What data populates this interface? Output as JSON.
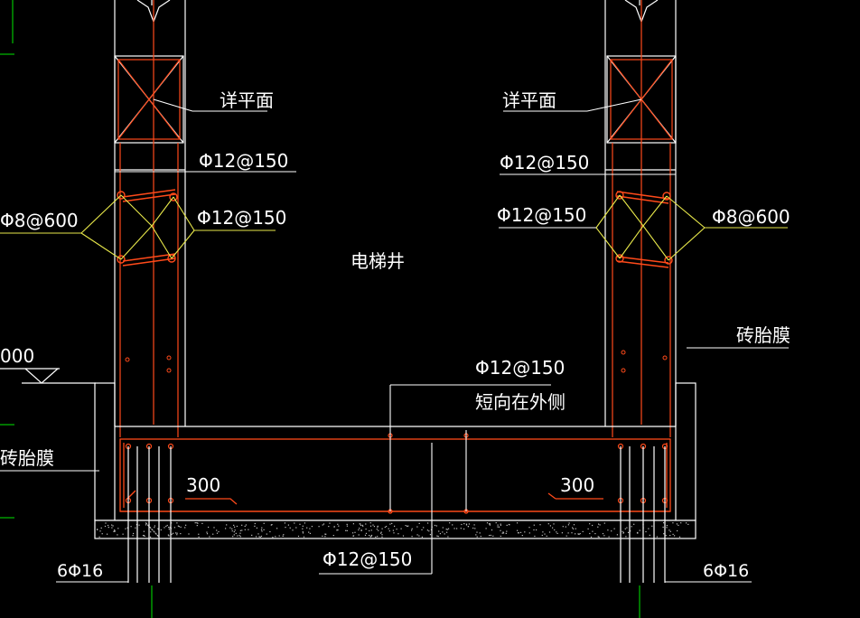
{
  "labels": {
    "detail_plan_left": "详平面",
    "detail_plan_right": "详平面",
    "bar_top_left": "Φ12@150",
    "bar_top_right": "Φ12@150",
    "bar_mid_left": "Φ12@150",
    "bar_mid_right": "Φ12@150",
    "tie_left": "Φ8@600",
    "tie_right": "Φ8@600",
    "elevator_shaft": "电梯井",
    "brick_formwork_right": "砖胎膜",
    "brick_formwork_left": "砖胎膜",
    "level_mark": "000",
    "bar_center": "Φ12@150",
    "short_dir_note": "短向在外侧",
    "dim_left": "300",
    "dim_right": "300",
    "bar_bottom": "Φ12@150",
    "bars_left": "6Φ16",
    "bars_right": "6Φ16"
  },
  "colors": {
    "background": "#000000",
    "structure_line": "#ffffff",
    "rebar": "#ff4a1a",
    "leader_yellow": "#e8e84a",
    "axis_green": "#00c000",
    "concrete_hatch": "#bfbfbf"
  }
}
